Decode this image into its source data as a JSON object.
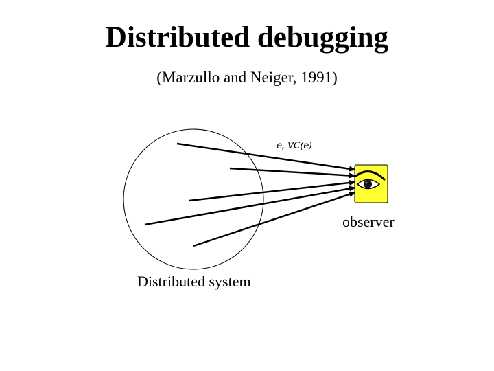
{
  "slide": {
    "title": "Distributed debugging",
    "subtitle": "(Marzullo and Neiger, 1991)"
  },
  "diagram": {
    "event_label": "e, VC(e)",
    "observer_label": "observer",
    "system_label": "Distributed system",
    "icons": [
      "eye-icon"
    ],
    "colors": {
      "observer_box": "#ffff33",
      "stroke": "#000000"
    }
  }
}
